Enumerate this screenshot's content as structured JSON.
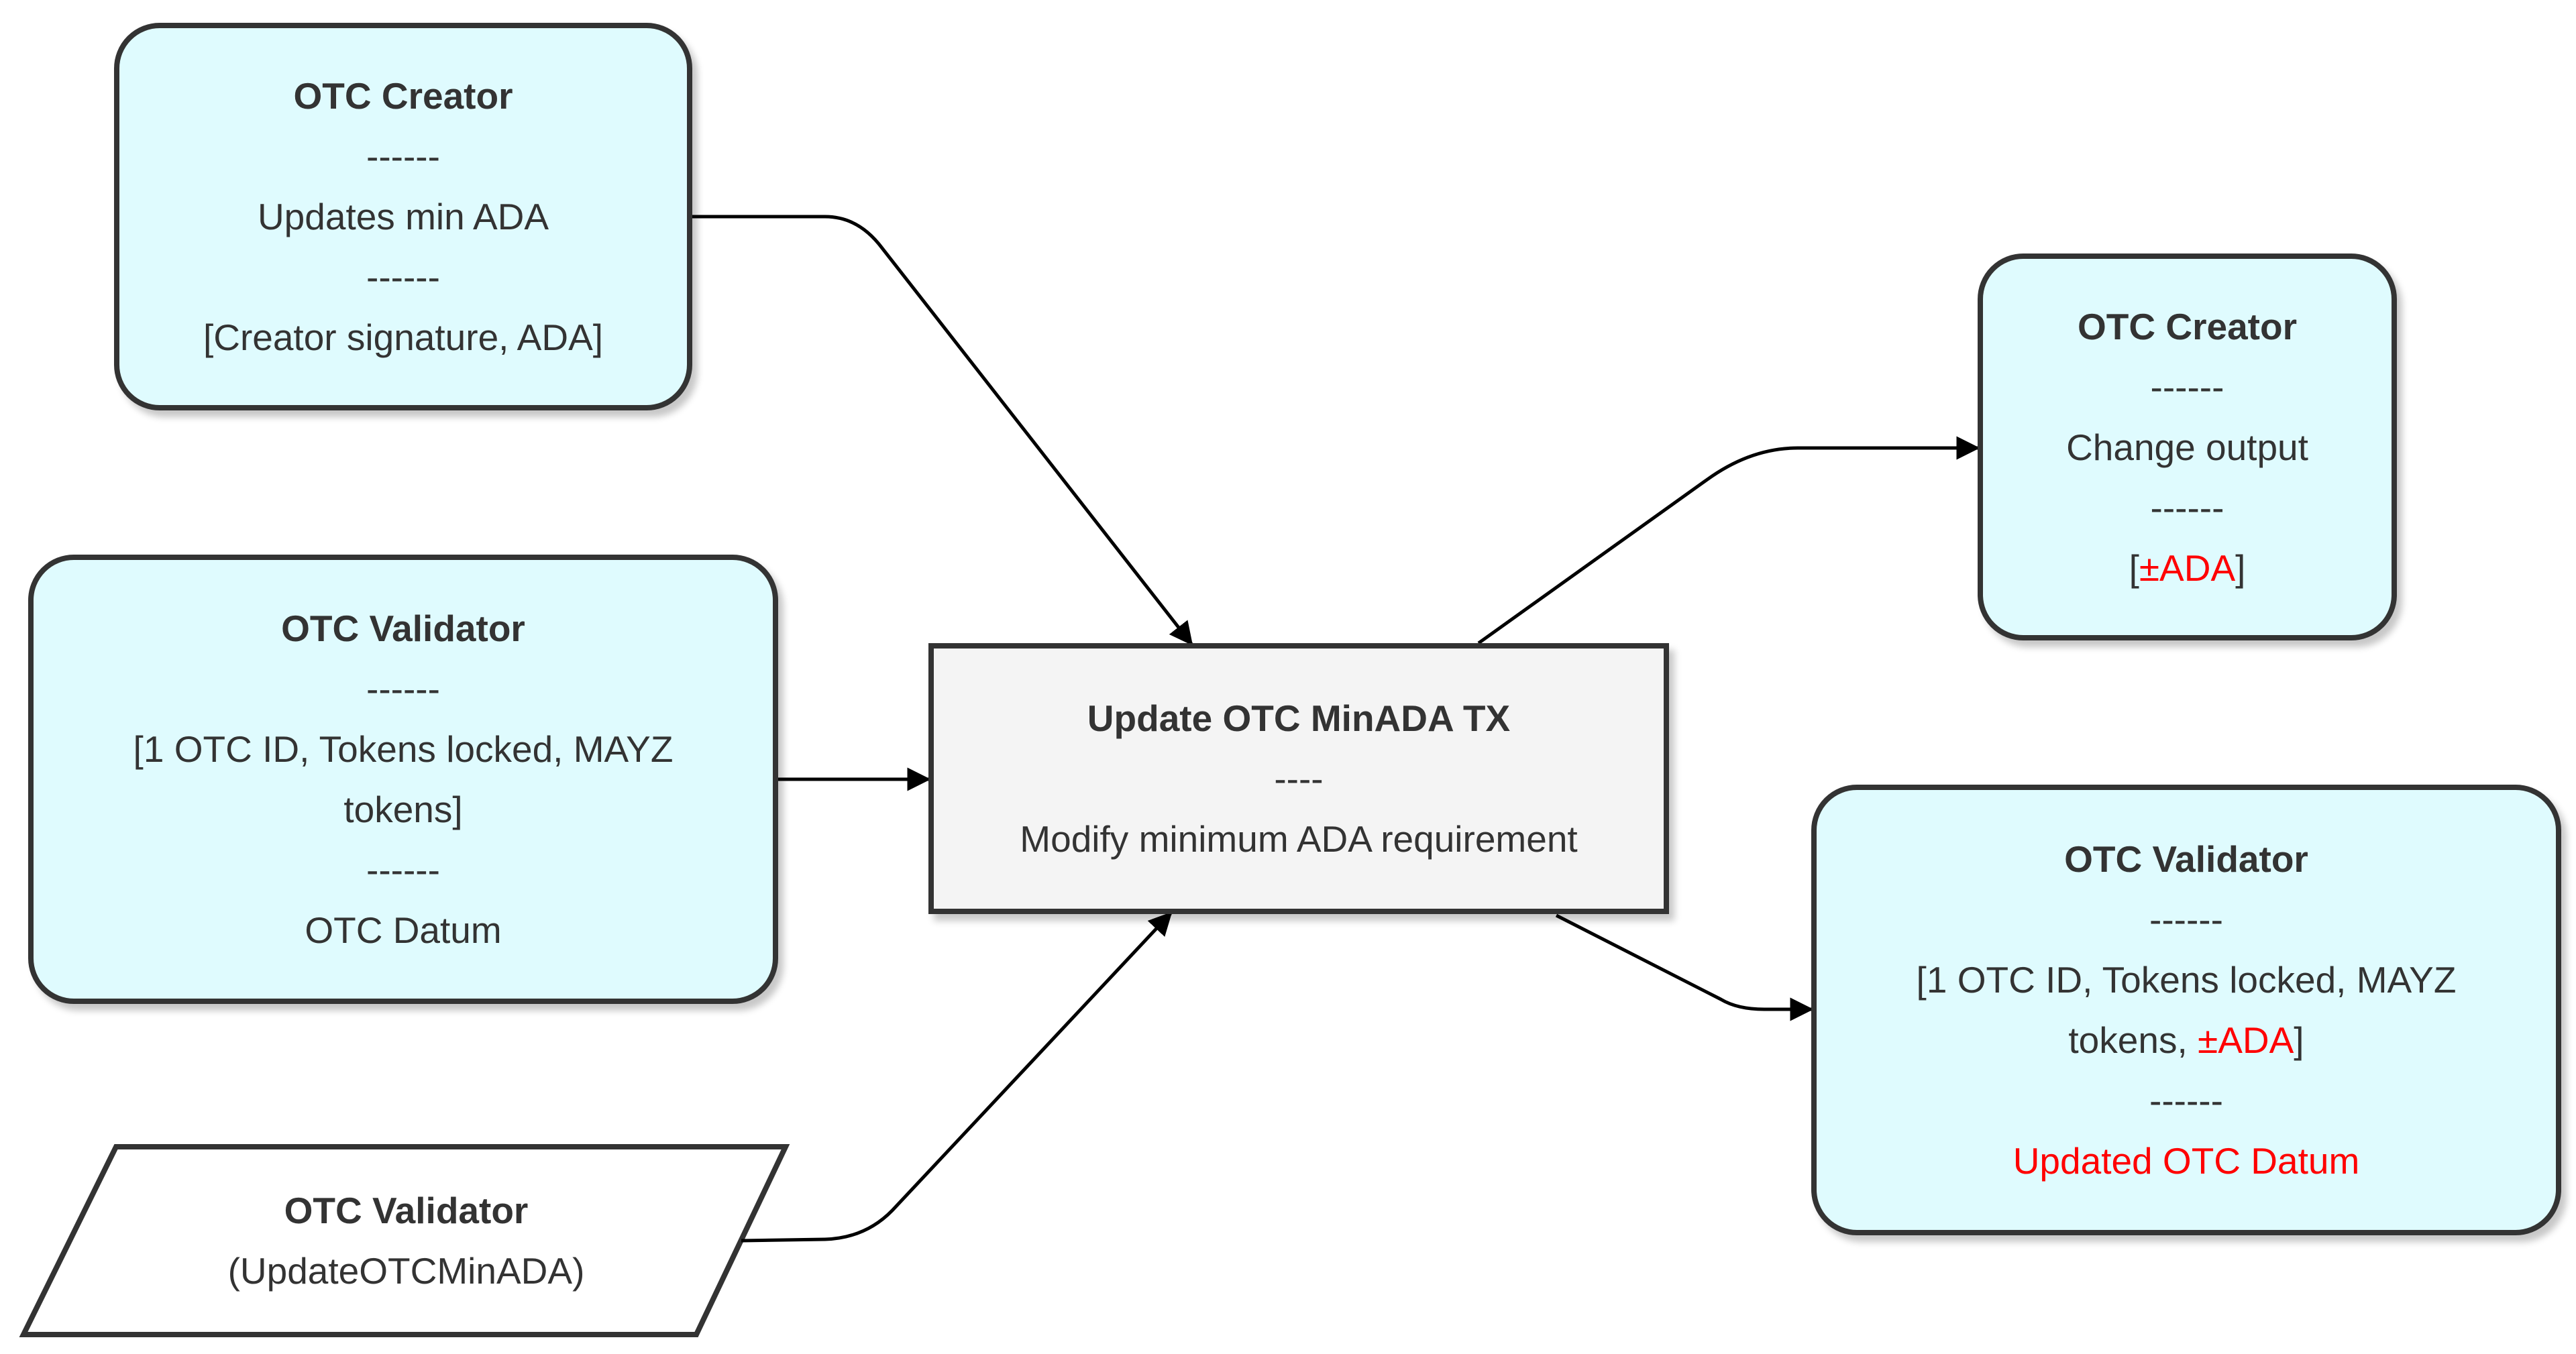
{
  "nodes": {
    "creator_input": {
      "title": "OTC Creator",
      "sep1": "------",
      "desc": "Updates min ADA",
      "sep2": "------",
      "assets": "[Creator signature, ADA]"
    },
    "validator_input": {
      "title": "OTC Validator",
      "sep1": "------",
      "assets_line1": "[1 OTC ID, Tokens locked, MAYZ",
      "assets_line2": "tokens]",
      "sep2": "------",
      "datum": "OTC Datum"
    },
    "redeemer": {
      "title": "OTC Validator",
      "action": "(UpdateOTCMinADA)"
    },
    "transaction": {
      "title": "Update OTC MinADA TX",
      "sep": "----",
      "desc": "Modify minimum ADA requirement"
    },
    "creator_output": {
      "title": "OTC Creator",
      "sep1": "------",
      "desc": "Change output",
      "sep2": "------",
      "bracket_open": "[",
      "ada": "±ADA",
      "bracket_close": "]"
    },
    "validator_output": {
      "title": "OTC Validator",
      "sep1": "------",
      "assets_line1": "[1 OTC ID, Tokens locked, MAYZ",
      "assets_line2_prefix": "tokens, ",
      "assets_line2_ada": "±ADA",
      "assets_line2_suffix": "]",
      "sep2": "------",
      "datum": "Updated OTC Datum"
    }
  },
  "colors": {
    "node_fill": "#dffbfe",
    "tx_fill": "#f4f4f4",
    "stroke": "#333333",
    "edge": "#000000",
    "highlight": "#ff0000"
  }
}
